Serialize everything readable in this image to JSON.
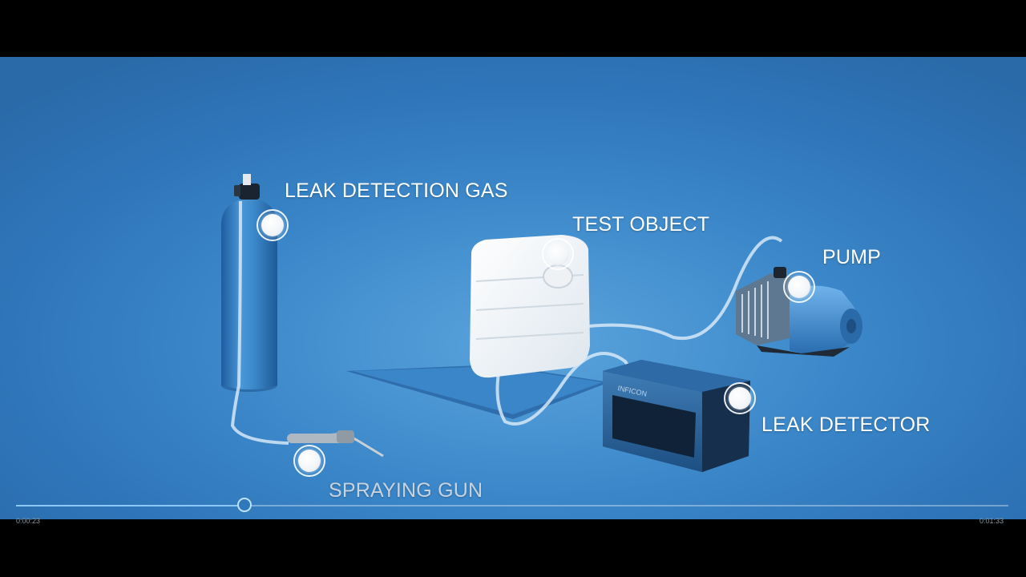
{
  "labels": {
    "leak_detection_gas": "LEAK DETECTION GAS",
    "test_object": "TEST OBJECT",
    "pump": "PUMP",
    "leak_detector": "LEAK DETECTOR",
    "spraying_gun": "SPRAYING GUN"
  },
  "device_brand": "INFICON",
  "player": {
    "progress_percent": 23,
    "current_time": "0:00:23",
    "total_time": "0:01:33"
  },
  "colors": {
    "background_blue": "#3a86c8",
    "progress_fill": "#8cc8f4",
    "label_text": "#ffffff"
  }
}
